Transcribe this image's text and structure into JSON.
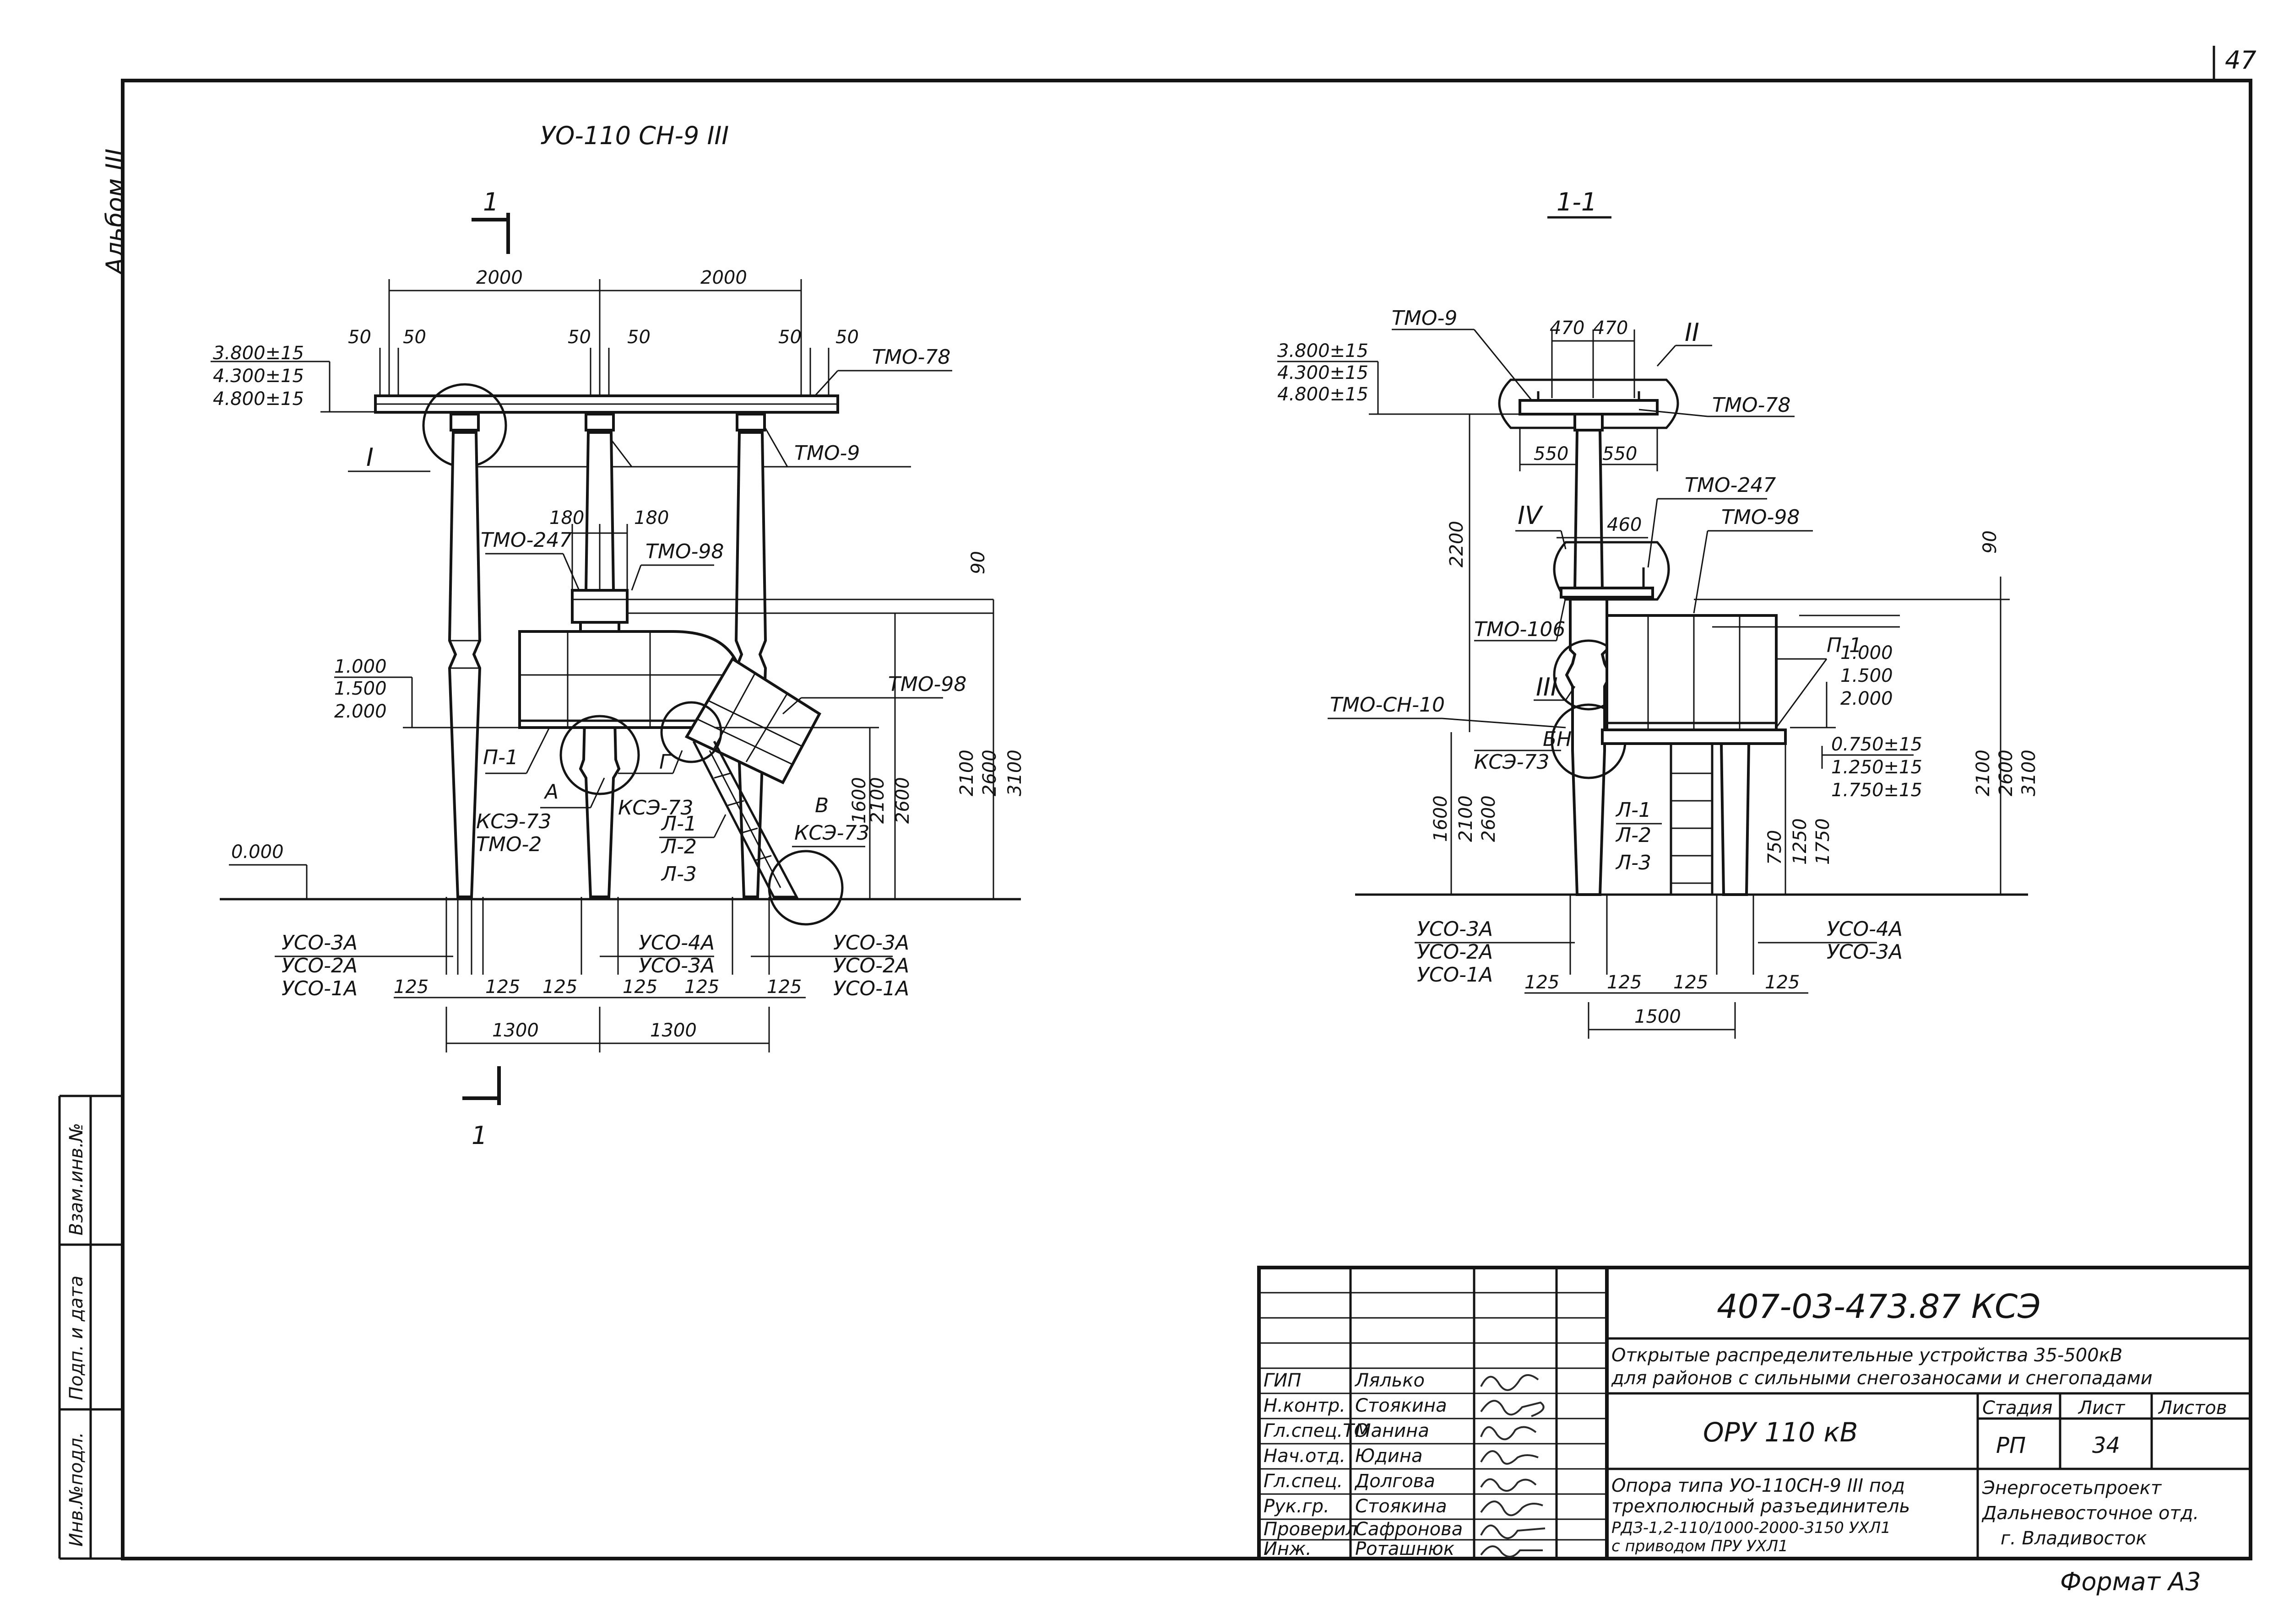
{
  "sheet": {
    "page_number": "47",
    "album": "Альбом III",
    "format": "Формат А3"
  },
  "left_view": {
    "title": "УО-110 СН-9 III",
    "section_mark": "1",
    "dims_top": [
      "2000",
      "2000"
    ],
    "dims_50": [
      "50",
      "50",
      "50",
      "50",
      "50",
      "50"
    ],
    "dims_180": [
      "180",
      "180"
    ],
    "elevations_top": [
      "3.800±15",
      "4.300±15",
      "4.800±15"
    ],
    "elevations_mid": [
      "1.000",
      "1.500",
      "2.000"
    ],
    "elevation_ground": "0.000",
    "labels": {
      "tmo78": "ТМО-78",
      "tmo9": "ТМО-9",
      "tmo247": "ТМО-247",
      "tmo98a": "ТМО-98",
      "tmo98b": "ТМО-98",
      "tmo2": "ТМО-2",
      "p1": "П-1",
      "a": "А",
      "g": "Г",
      "v": "В",
      "ks73a": "КСЭ-73",
      "ks73b": "КСЭ-73",
      "ks73c": "КСЭ-73",
      "l1": "Л-1",
      "l2": "Л-2",
      "l3": "Л-3",
      "roman1": "I"
    },
    "dims_right": [
      "90",
      "1600",
      "2100",
      "2600",
      "2100",
      "2600",
      "3100"
    ],
    "bottom_left": [
      "УСО-3А",
      "УСО-2А",
      "УСО-1А"
    ],
    "bottom_mid": [
      "УСО-4А",
      "УСО-3А"
    ],
    "bottom_right": [
      "УСО-3А",
      "УСО-2А",
      "УСО-1А"
    ],
    "dims_125": [
      "125",
      "125",
      "125",
      "125",
      "125",
      "125"
    ],
    "dims_bottom": [
      "1300",
      "1300"
    ]
  },
  "right_view": {
    "title": "1-1",
    "dims_470": [
      "470",
      "470"
    ],
    "dims_550": [
      "550",
      "550"
    ],
    "dim_460": "460",
    "dim_2200": "2200",
    "dims_right": [
      "90",
      "2100",
      "2600",
      "3100"
    ],
    "dims_left": [
      "1600",
      "2100",
      "2600"
    ],
    "dims_ladder": [
      "750",
      "1250",
      "1750"
    ],
    "elevations_top": [
      "3.800±15",
      "4.300±15",
      "4.800±15"
    ],
    "elevations_mid": [
      "1.000",
      "1.500",
      "2.000"
    ],
    "elevations_low": [
      "0.750±15",
      "1.250±15",
      "1.750±15"
    ],
    "labels": {
      "tmo9": "ТМО-9",
      "tmo78": "ТМО-78",
      "tmo247": "ТМО-247",
      "tmo98": "ТМО-98",
      "tmo106": "ТМО-106",
      "tmoch10": "ТМО-СН-10",
      "p1": "П-1",
      "bn": "БН",
      "ks73": "КСЭ-73",
      "l1": "Л-1",
      "l2": "Л-2",
      "l3": "Л-3",
      "r2": "II",
      "r3": "III",
      "r4": "IV"
    },
    "bottom_left": [
      "УСО-3А",
      "УСО-2А",
      "УСО-1А"
    ],
    "bottom_right": [
      "УСО-4А",
      "УСО-3А"
    ],
    "dims_125": [
      "125",
      "125",
      "125",
      "125"
    ],
    "dim_bottom": "1500"
  },
  "side_stamp": [
    "Инв.№подл.",
    "Подп. и дата",
    "Взам.инв.№"
  ],
  "title_block": {
    "code": "407-03-473.87  КСЭ",
    "description_1": "Открытые распределительные устройства 35-500кВ",
    "description_2": "для районов с сильными снегозаносами и снегопадами",
    "object": "ОРУ 110 кВ",
    "sheet_title_1": "Опора типа УО-110СН-9 III под",
    "sheet_title_2": "трехполюсный разъединитель",
    "sheet_title_3": "РДЗ-1,2-110/1000-2000-3150 УХЛ1",
    "sheet_title_4": "с приводом ПРУ УХЛ1",
    "col_stage": "Стадия",
    "col_sheet": "Лист",
    "col_sheets": "Листов",
    "stage": "РП",
    "sheet_no": "34",
    "org_1": "Энергосетьпроект",
    "org_2": "Дальневосточное отд.",
    "org_3": "г. Владивосток",
    "roles": [
      "ГИП",
      "Н.контр.",
      "Гл.спец.ТО",
      "Нач.отд.",
      "Гл.спец.",
      "Рук.гр.",
      "Проверил",
      "Инж."
    ],
    "names": [
      "Лялько",
      "Стоякина",
      "Манина",
      "Юдина",
      "Долгова",
      "Стоякина",
      "Сафронова",
      "Роташнюк"
    ]
  }
}
